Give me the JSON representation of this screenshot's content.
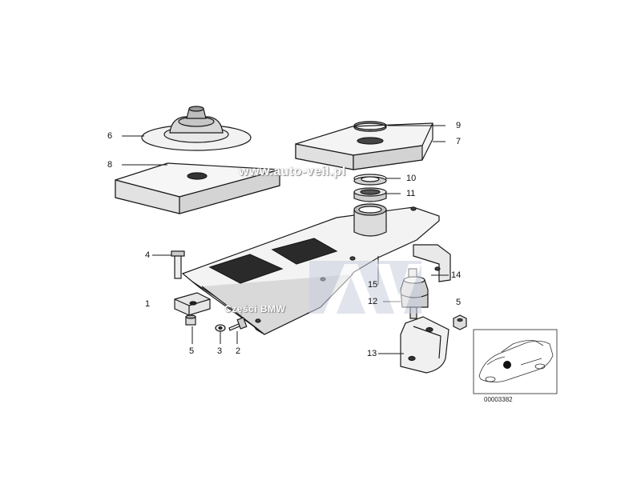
{
  "callouts": {
    "c1": "1",
    "c2": "2",
    "c3": "3",
    "c4": "4",
    "c5a": "5",
    "c5b": "5",
    "c6": "6",
    "c7": "7",
    "c8": "8",
    "c9": "9",
    "c10": "10",
    "c11": "11",
    "c12": "12",
    "c13": "13",
    "c14": "14",
    "c15": "15"
  },
  "watermark": {
    "url": "www.auto-veil.pl",
    "brand": "Części BMW",
    "logo": "AV"
  },
  "drawing_number": "00003382",
  "colors": {
    "line": "#1a1a1a",
    "fill": "#ffffff",
    "shadow": "#cfcfcf",
    "logo": "#c9cfe0"
  }
}
